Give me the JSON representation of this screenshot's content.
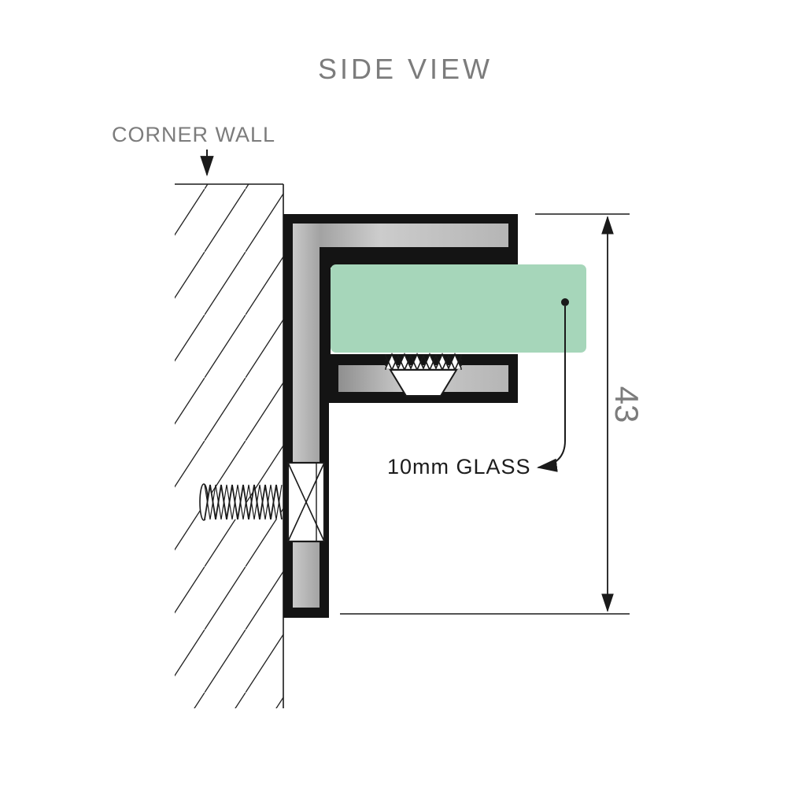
{
  "title": "SIDE VIEW",
  "wall": {
    "label": "CORNER WALL"
  },
  "glass": {
    "label": "10mm GLASS"
  },
  "dimension": {
    "value": "43"
  },
  "colors": {
    "label_gray": "#7c7c7c",
    "ink": "#1a1a1a",
    "glass_green": "#a6d6ba"
  }
}
